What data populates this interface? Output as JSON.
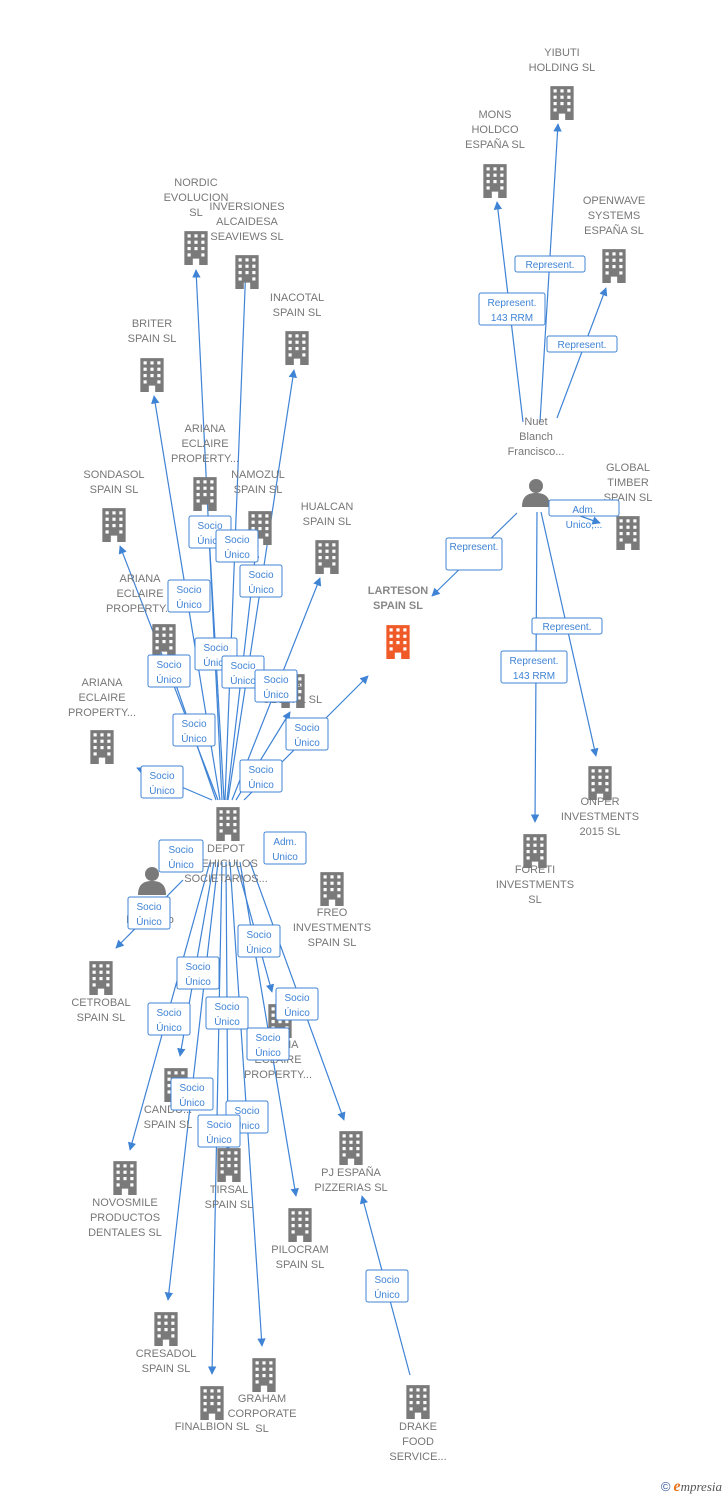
{
  "colors": {
    "building": "#7a7a7a",
    "highlight": "#f05a28",
    "edge": "#3f83d5",
    "person": "#7a7a7a"
  },
  "nodes": [
    {
      "id": "yibuti",
      "type": "company",
      "label": [
        "YIBUTI",
        "HOLDING SL"
      ]
    },
    {
      "id": "mons",
      "type": "company",
      "label": [
        "MONS",
        "HOLDCO",
        "ESPAÑA  SL"
      ]
    },
    {
      "id": "openwave",
      "type": "company",
      "label": [
        "OPENWAVE",
        "SYSTEMS",
        "ESPAÑA SL"
      ]
    },
    {
      "id": "nuet",
      "type": "person",
      "label": [
        "Nuet",
        "Blanch",
        "Francisco..."
      ]
    },
    {
      "id": "globaltimber",
      "type": "company",
      "label": [
        "GLOBAL",
        "TIMBER",
        "SPAIN  SL"
      ]
    },
    {
      "id": "larteson",
      "type": "company",
      "highlight": true,
      "label": [
        "LARTESON",
        "SPAIN  SL"
      ]
    },
    {
      "id": "onper",
      "type": "company",
      "label": [
        "ONPER",
        "INVESTMENTS",
        "2015  SL"
      ]
    },
    {
      "id": "foreti",
      "type": "company",
      "label": [
        "FORETI",
        "INVESTMENTS",
        "SL"
      ]
    },
    {
      "id": "nordic",
      "type": "company",
      "label": [
        "NORDIC",
        "EVOLUCION",
        "SL"
      ]
    },
    {
      "id": "inversiones",
      "type": "company",
      "label": [
        "INVERSIONES",
        "ALCAIDESA",
        "SEAVIEWS  SL"
      ]
    },
    {
      "id": "inacotal",
      "type": "company",
      "label": [
        "INACOTAL",
        "SPAIN  SL"
      ]
    },
    {
      "id": "briter",
      "type": "company",
      "label": [
        "BRITER",
        "SPAIN  SL"
      ]
    },
    {
      "id": "ariana1",
      "type": "company",
      "label": [
        "ARIANA",
        "ECLAIRE",
        "PROPERTY..."
      ]
    },
    {
      "id": "namozul",
      "type": "company",
      "label": [
        "NAMOZUL",
        "SPAIN  SL"
      ]
    },
    {
      "id": "sondasol",
      "type": "company",
      "label": [
        "SONDASOL",
        "SPAIN  SL"
      ]
    },
    {
      "id": "hualcan",
      "type": "company",
      "label": [
        "HUALCAN",
        "SPAIN  SL"
      ]
    },
    {
      "id": "ariana2",
      "type": "company",
      "label": [
        "ARIANA",
        "ECLAIRE",
        "PROPERTY..."
      ]
    },
    {
      "id": "ria",
      "type": "company",
      "label": [
        "RIA",
        "GLOBAL  SL"
      ]
    },
    {
      "id": "ariana3",
      "type": "company",
      "label": [
        "ARIANA",
        "ECLAIRE",
        "PROPERTY..."
      ]
    },
    {
      "id": "depot",
      "type": "company",
      "label": [
        "DEPOT",
        "VEHICULOS",
        "SOCIETARIOS..."
      ]
    },
    {
      "id": "person2",
      "type": "person",
      "label": [
        "...a",
        "Francisco"
      ]
    },
    {
      "id": "freo",
      "type": "company",
      "label": [
        "FREO",
        "INVESTMENTS",
        "SPAIN  SL"
      ]
    },
    {
      "id": "cetrobal",
      "type": "company",
      "label": [
        "CETROBAL",
        "SPAIN  SL"
      ]
    },
    {
      "id": "ariana4",
      "type": "company",
      "label": [
        "ARIANA",
        "ECLAIRE",
        "PROPERTY..."
      ]
    },
    {
      "id": "candu",
      "type": "company",
      "label": [
        "CANDU...",
        "SPAIN  SL"
      ]
    },
    {
      "id": "novosmile",
      "type": "company",
      "label": [
        "NOVOSMILE",
        "PRODUCTOS",
        "DENTALES  SL"
      ]
    },
    {
      "id": "tirsal",
      "type": "company",
      "label": [
        "TIRSAL",
        "SPAIN  SL"
      ]
    },
    {
      "id": "pjespana",
      "type": "company",
      "label": [
        "PJ ESPAÑA",
        "PIZZERIAS  SL"
      ]
    },
    {
      "id": "pilocram",
      "type": "company",
      "label": [
        "PILOCRAM",
        "SPAIN  SL"
      ]
    },
    {
      "id": "cresadol",
      "type": "company",
      "label": [
        "CRESADOL",
        "SPAIN  SL"
      ]
    },
    {
      "id": "graham",
      "type": "company",
      "label": [
        "GRAHAM",
        "CORPORATE",
        "SL"
      ]
    },
    {
      "id": "finalbion",
      "type": "company",
      "label": [
        "FINALBION  SL"
      ]
    },
    {
      "id": "drake",
      "type": "company",
      "label": [
        "DRAKE",
        "FOOD",
        "SERVICE..."
      ]
    }
  ],
  "edge_labels": [
    {
      "lines": [
        "Represent."
      ]
    },
    {
      "lines": [
        "Represent.",
        "143 RRM"
      ]
    },
    {
      "lines": [
        "Represent."
      ]
    },
    {
      "lines": [
        "Represent."
      ]
    },
    {
      "lines": [
        "Adm.",
        "Unico,..."
      ]
    },
    {
      "lines": [
        "Represent."
      ]
    },
    {
      "lines": [
        "Represent.",
        "143 RRM"
      ]
    },
    {
      "lines": [
        "Socio",
        "Único"
      ]
    },
    {
      "lines": [
        "Socio",
        "Único"
      ]
    },
    {
      "lines": [
        "Socio",
        "Único"
      ]
    },
    {
      "lines": [
        "Socio",
        "Único"
      ]
    },
    {
      "lines": [
        "Socio",
        "Único"
      ]
    },
    {
      "lines": [
        "Socio",
        "Único"
      ]
    },
    {
      "lines": [
        "Socio",
        "Único"
      ]
    },
    {
      "lines": [
        "Socio",
        "Único"
      ]
    },
    {
      "lines": [
        "Socio",
        "Único"
      ]
    },
    {
      "lines": [
        "Socio",
        "Único"
      ]
    },
    {
      "lines": [
        "Socio",
        "Único"
      ]
    },
    {
      "lines": [
        "Socio",
        "Único"
      ]
    },
    {
      "lines": [
        "Socio",
        "Único"
      ]
    },
    {
      "lines": [
        "Adm.",
        "Unico"
      ]
    },
    {
      "lines": [
        "Socio",
        "Único"
      ]
    },
    {
      "lines": [
        "Socio",
        "Único"
      ]
    },
    {
      "lines": [
        "Socio",
        "Único"
      ]
    },
    {
      "lines": [
        "Socio",
        "Único"
      ]
    },
    {
      "lines": [
        "Socio",
        "Único"
      ]
    },
    {
      "lines": [
        "Socio",
        "Único"
      ]
    },
    {
      "lines": [
        "Socio",
        "Único"
      ]
    },
    {
      "lines": [
        "Socio",
        "Único"
      ]
    },
    {
      "lines": [
        "Socio",
        "Único"
      ]
    },
    {
      "lines": [
        "Socio",
        "Único"
      ]
    },
    {
      "lines": [
        "Socio",
        "Único"
      ]
    }
  ],
  "watermark": {
    "copyright": "©",
    "brand_initial": "e",
    "brand_rest": "mpresia"
  }
}
